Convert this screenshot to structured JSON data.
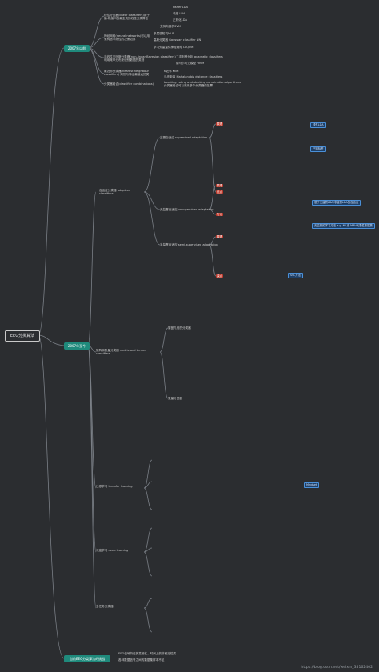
{
  "root": "EEG分类算法",
  "top_sections": [
    "2007年以前",
    "2007年至今",
    "当前EEG分类算法的挑战"
  ],
  "pre2007": {
    "items": [
      "线性分类器(linear classifiers)用于脑-机接口的最主流的线性分类算法",
      "神经网络(neural networks)可以用来构造非线性的决策边界",
      "非线性贝叶斯分类器(non-linear Bayesian classifiers) 利用概率分布来识别数据的类别",
      "最近邻分类器(nearest neighbour classifiers) 判别与特征最接近的类",
      "分类器组合(classifier combinations)"
    ],
    "sub": [
      "Fisher LDA",
      "收缩 LDA",
      "正则化LDA",
      "支持向量机SVM",
      "多层感知机MLP",
      "高斯分类器 Gaussian classifier NN",
      "学习矢量量化神经网络 LVQ NN",
      "二次判别分析 quadratic classifiers",
      "隐马尔可夫模型 HMM",
      "K近邻 KNN",
      "马氏距离 Mahalanobis distance classifiers",
      "boosting voting and stacking combination algorithms 分类器组合可以采用多个分类器的投票"
    ]
  },
  "adaptive": {
    "title": "自适应分类器 adaptive classifiers",
    "supervised": "监督自适应 supervised adaptation",
    "unsupervised": "无监督自适应 unsupervised adaptation",
    "semisupervised": "半监督自适应 semi-supervised adaptation",
    "labels": [
      "原理",
      "优点",
      "缺点",
      "方法"
    ],
    "boxes": [
      "线性LDA",
      "已知标签",
      "基于无监督LDA/非监督LDA的自适应",
      "无监督的学习方法 e.g. MI 或 MRV代表性数据集 ",
      "SSL方法"
    ]
  },
  "since2007": {
    "matrix": "矩阵和张量分类器 matrix and tensor classifiers",
    "riemann": "黎曼几何的分类器",
    "tensor": "张量分类器",
    "transfer": "迁移学习 transfer learning",
    "deep": "深度学习 deep learning",
    "multi": "多任务分类器",
    "mindset_box": "Mindset"
  },
  "challenge": [
    "EEG信号特征的高维性、时间上的非稳定性质",
    "各种数据信号之间的数据集样本不足"
  ],
  "watermark": "https://blog.csdn.net/weixin_35162402"
}
